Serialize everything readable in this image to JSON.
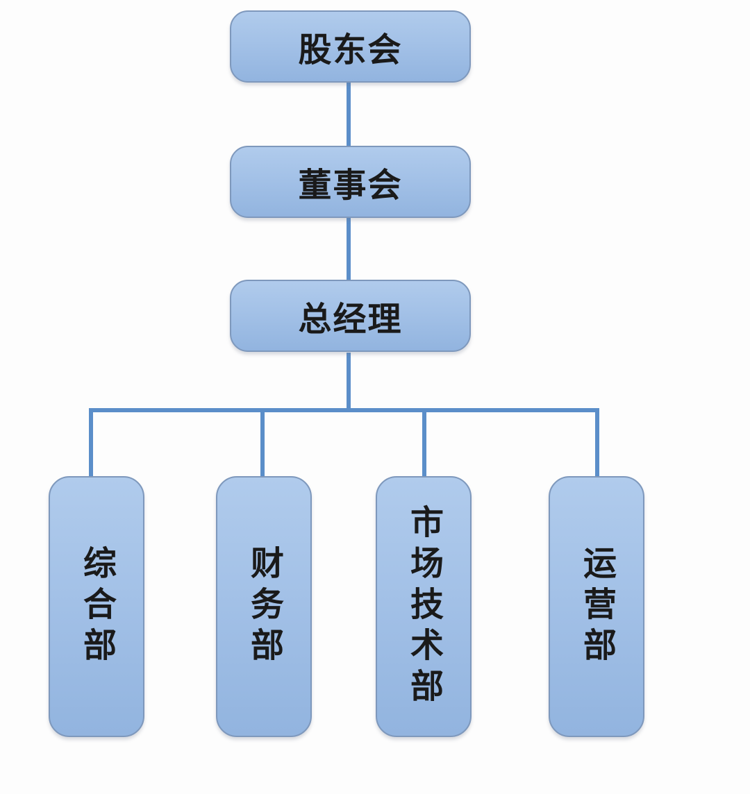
{
  "diagram": {
    "type": "org-chart",
    "colors": {
      "node_fill_top": "#b0cbec",
      "node_fill_bottom": "#92b4df",
      "node_border": "#7e98bc",
      "connector": "#5b8ec9",
      "text": "#1a1a1a",
      "background": "#fdfdfd"
    },
    "nodes": {
      "shareholders": {
        "label": "股东会"
      },
      "board": {
        "label": "董事会"
      },
      "general_manager": {
        "label": "总经理"
      },
      "general_dept": {
        "label": "综合部"
      },
      "finance_dept": {
        "label": "财务部"
      },
      "market_tech_dept": {
        "label": "市场技术部"
      },
      "operations_dept": {
        "label": "运营部"
      }
    },
    "edges": [
      {
        "from": "股东会",
        "to": "董事会"
      },
      {
        "from": "董事会",
        "to": "总经理"
      },
      {
        "from": "总经理",
        "to": "综合部"
      },
      {
        "from": "总经理",
        "to": "财务部"
      },
      {
        "from": "总经理",
        "to": "市场技术部"
      },
      {
        "from": "总经理",
        "to": "运营部"
      }
    ]
  }
}
